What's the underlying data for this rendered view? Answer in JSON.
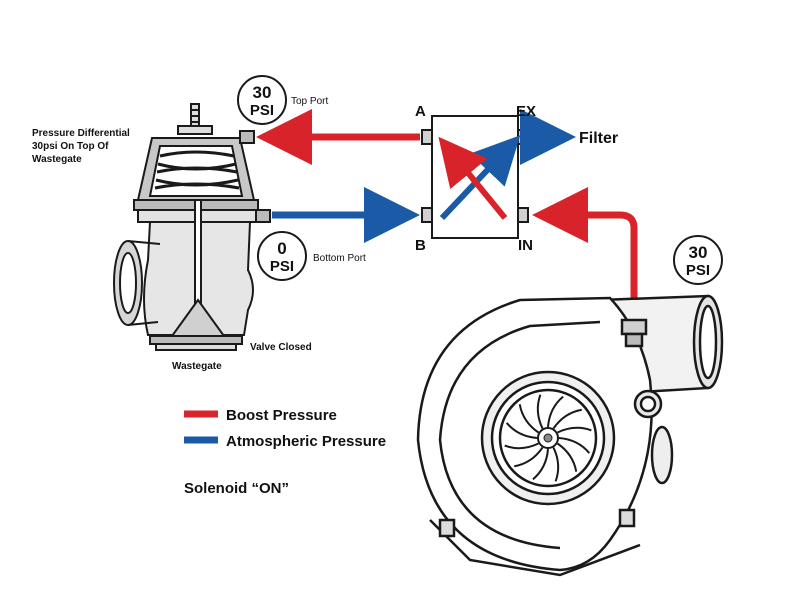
{
  "colors": {
    "boost": "#d8232a",
    "atmospheric": "#1b5aa6",
    "outline": "#1a1a1a"
  },
  "wastegate": {
    "annotation_lines": [
      "Pressure Differential",
      "30psi On Top Of",
      "Wastegate"
    ],
    "top_port_label": "Top Port",
    "bottom_port_label": "Bottom Port",
    "valve_label": "Valve Closed",
    "name_label": "Wastegate"
  },
  "pressure_badges": {
    "top": {
      "value": "30",
      "unit": "PSI"
    },
    "bottom": {
      "value": "0",
      "unit": "PSI"
    },
    "turbo": {
      "value": "30",
      "unit": "PSI"
    }
  },
  "solenoid": {
    "port_a": "A",
    "port_b": "B",
    "port_ex": "EX",
    "port_in": "IN",
    "filter_label": "Filter"
  },
  "legend": [
    {
      "label": "Boost Pressure",
      "color": "#d8232a"
    },
    {
      "label": "Atmospheric Pressure",
      "color": "#1b5aa6"
    }
  ],
  "status": "Solenoid “ON”"
}
